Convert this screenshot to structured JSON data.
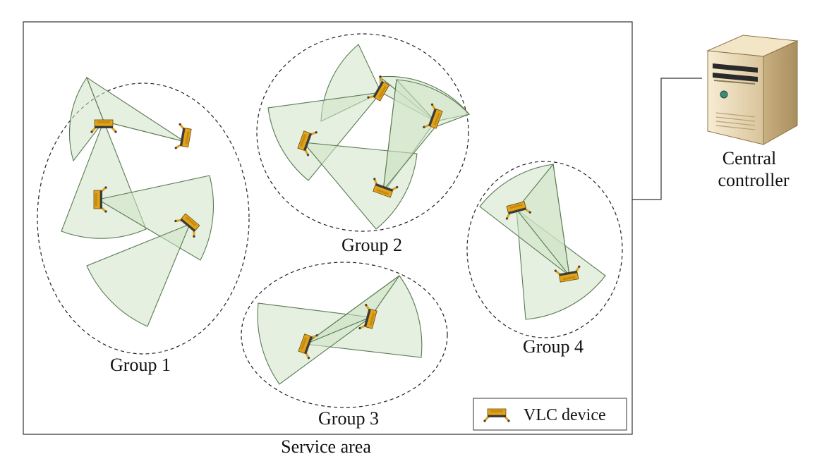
{
  "diagram": {
    "service_area_label": "Service area",
    "controller_label_line1": "Central",
    "controller_label_line2": "controller",
    "legend_label": "VLC device",
    "groups": [
      {
        "label": "Group 1"
      },
      {
        "label": "Group 2"
      },
      {
        "label": "Group 3"
      },
      {
        "label": "Group 4"
      }
    ]
  },
  "colors": {
    "beam_fill": "#cfe3c6",
    "beam_stroke": "#5a7a52",
    "device_body": "#e0a31c",
    "device_dark": "#3b3b3b",
    "server_body": "#ecdcb8"
  },
  "icons": [
    "vlc-device-icon",
    "server-icon"
  ]
}
